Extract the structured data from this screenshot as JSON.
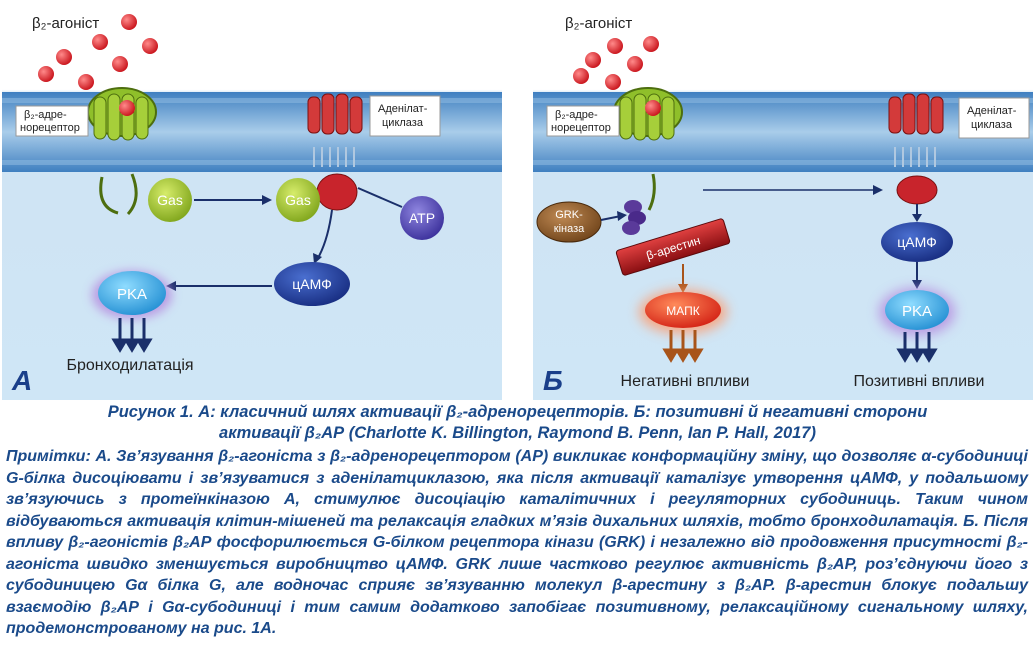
{
  "panelA": {
    "letter": "А",
    "agonist": "β₂-агоніст",
    "receptor_line1": "β₂-адре-",
    "receptor_line2": "норецептор",
    "cyclase_line1": "Аденілат-",
    "cyclase_line2": "циклаза",
    "gas1": "Gas",
    "gas2": "Gas",
    "atp": "АТР",
    "camp": "цАМФ",
    "pka": "PKA",
    "outcome": "Бронходилатація"
  },
  "panelB": {
    "letter": "Б",
    "agonist": "β₂-агоніст",
    "receptor_line1": "β₂-адре-",
    "receptor_line2": "норецептор",
    "cyclase_line1": "Аденілат-",
    "cyclase_line2": "циклаза",
    "grk_line1": "GRK-",
    "grk_line2": "кіназа",
    "arrestin": "β-арестин",
    "mapk": "МАПК",
    "camp": "цАМФ",
    "pka": "PKA",
    "negative": "Негативні впливи",
    "positive": "Позитивні впливи"
  },
  "caption": {
    "line1": "Рисунок 1. А: класичний шлях активації β₂-адренорецепторів. Б: позитивні й негативні сторони",
    "line2": "активації β₂АР (Charlotte K. Billington, Raymond B. Penn, Ian P. Hall, 2017)"
  },
  "notes": {
    "text": "Примітки: А. Зв’язування β₂-агоніста з β₂-адренорецептором (АР) викликає конформаційну зміну, що дозволяє α-субодиниці G-білка дисоціювати і зв’язуватися з аденілатциклазою, яка після активації каталізує утворення цАМФ, у подальшому зв’язуючись з протеїнкіназою А, стимулює дисоціацію каталітичних і регуляторних субодиниць. Таким чином відбуваються активація клітин-мішеней та релаксація гладких м’язів дихальних шляхів, тобто бронходилатація. Б. Після впливу β₂-агоністів β₂АР фосфорилюється G-білком рецептора кінази (GRK) і незалежно від продовження присутності β₂-агоніста швидко зменшується виробництво цАМФ. GRK лише частково регулює активність β₂АР, роз’єднуючи його з субодиницею Gα білка G, але водночас сприяє зв’язуванню молекул β-арестину з β₂АР. β-арестин блокує подальшу взаємодію β₂АР і Gα-субодиниці і тим самим додатково запобігає позитивному, релаксаційному сигнальному шляху, продемонстрованому на рис. 1А."
  },
  "colors": {
    "membrane": "#6fa3d6",
    "cytoplasm": "#d8ebf7",
    "receptor": "#8fbf2a",
    "cyclase": "#c8242c",
    "gas": "#a8c832",
    "camp": "#1f3f9a",
    "pka": "#2aa9e8",
    "mapk": "#e23a1c",
    "arrestin": "#b8181c",
    "grk": "#8a5a2a",
    "caption_text": "#1a4a8a"
  }
}
